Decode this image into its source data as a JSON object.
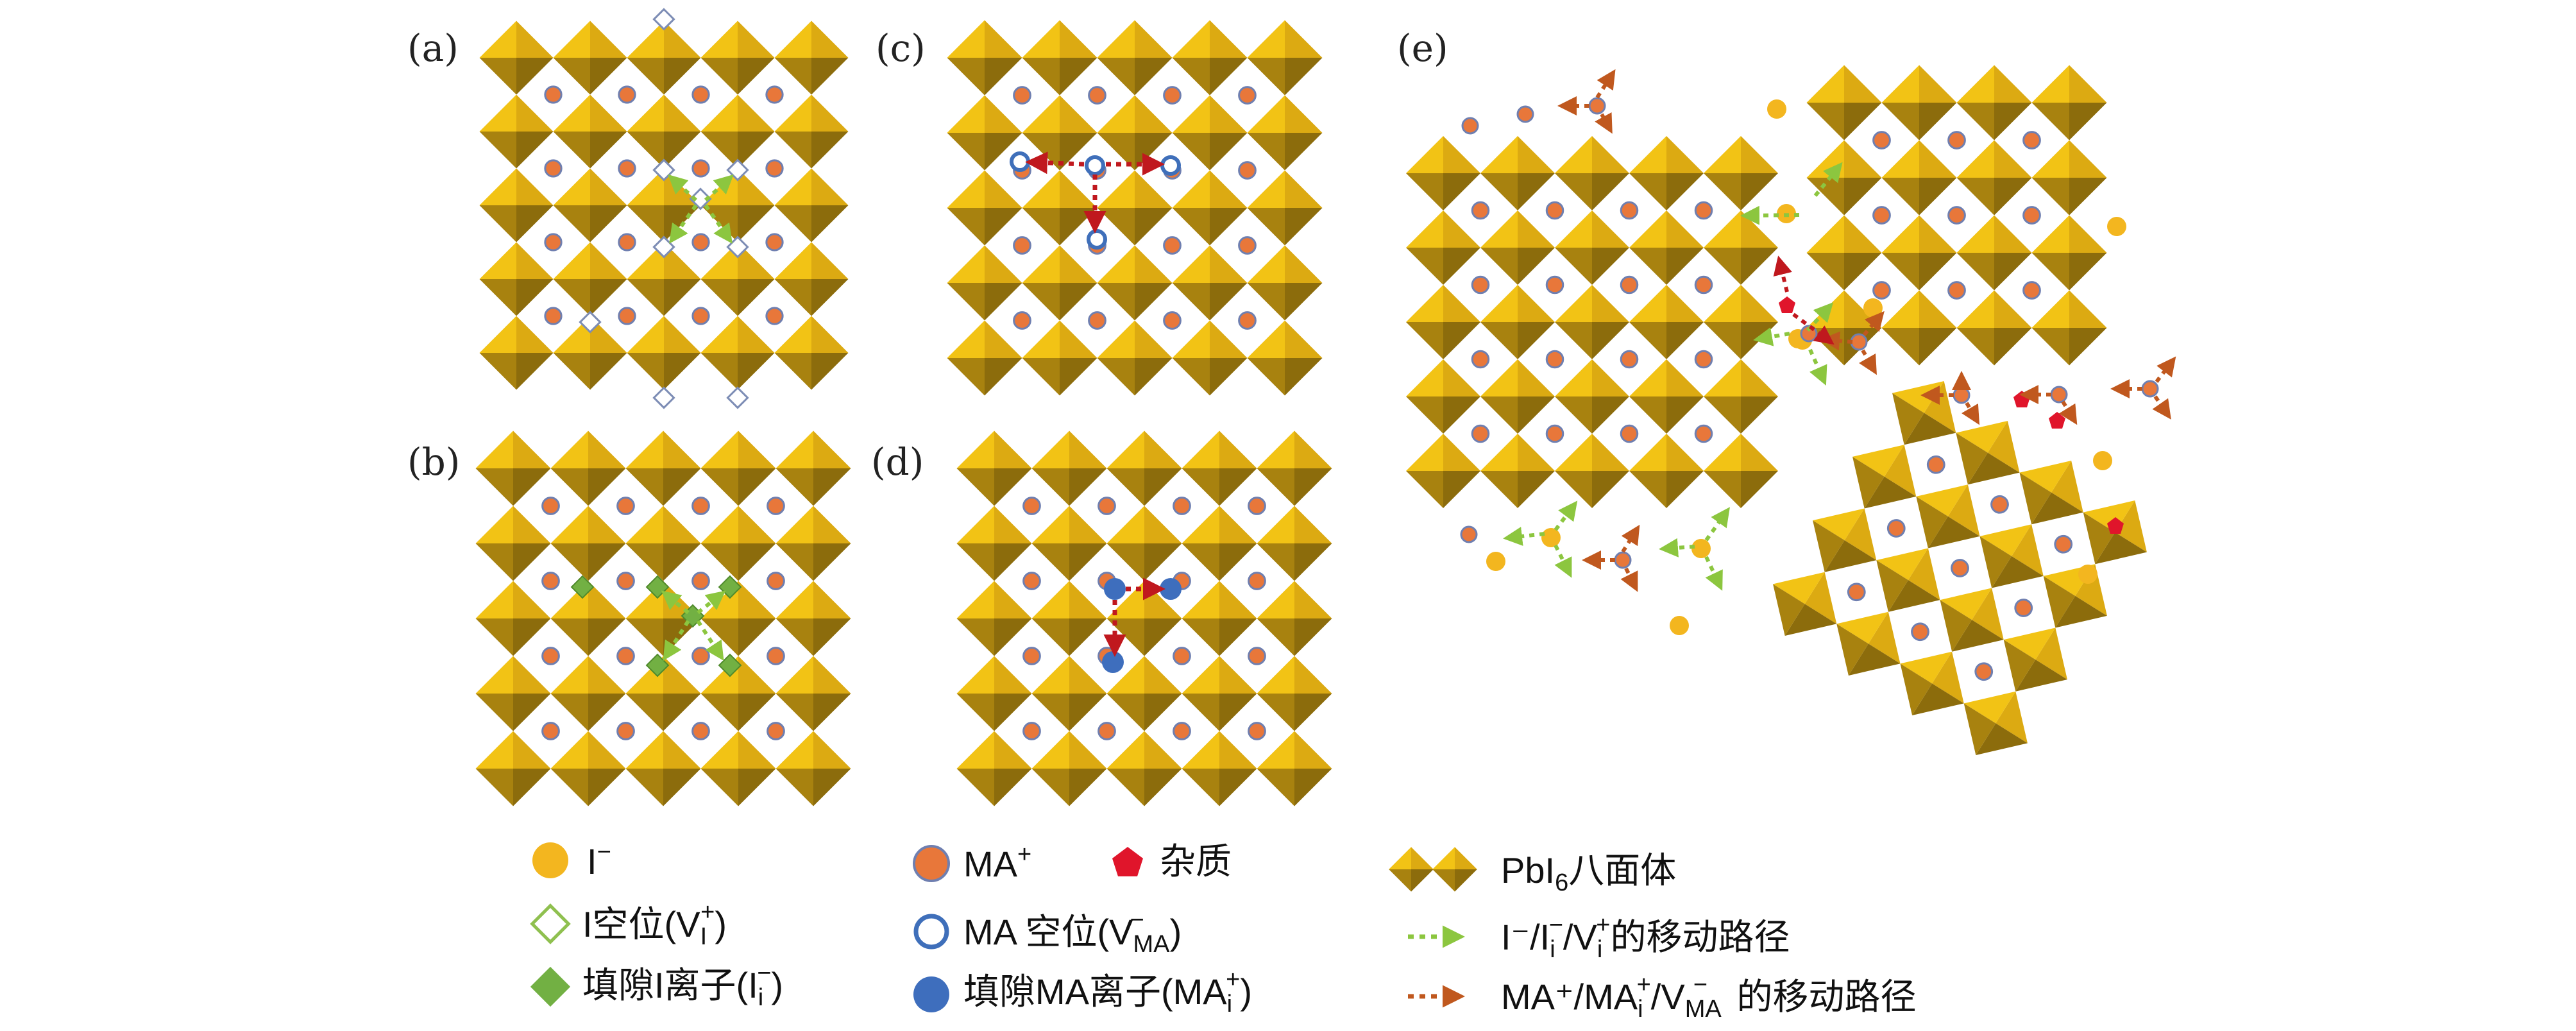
{
  "panels": [
    {
      "id": "a",
      "label": "(a)"
    },
    {
      "id": "b",
      "label": "(b)"
    },
    {
      "id": "c",
      "label": "(c)"
    },
    {
      "id": "d",
      "label": "(d)"
    },
    {
      "id": "e",
      "label": "(e)"
    }
  ],
  "legend": {
    "iodide": {
      "main": "I",
      "sup": "−"
    },
    "i_vacancy": {
      "pre": "I空位(V",
      "base_sub": "I",
      "sup": "+",
      "post": ")"
    },
    "i_interstitial": {
      "pre": "填隙I离子(I",
      "sub": "i",
      "sup": "−",
      "post": ")"
    },
    "ma": {
      "main": "MA",
      "sup": "+"
    },
    "impurity": {
      "text": "杂质"
    },
    "ma_vacancy": {
      "pre": "MA 空位(V",
      "sub": "MA",
      "sup": "−",
      "post": ")"
    },
    "ma_interstitial": {
      "pre": "填隙MA离子(MA",
      "sub": "i",
      "sup": "+",
      "post": ")"
    },
    "octahedron": {
      "pre": "PbI",
      "sub": "6",
      "post": "八面体"
    },
    "i_path": {
      "text": "I⁻/I",
      "sub1": "i",
      "sup1": "−",
      "mid": "/V",
      "sub2": "i",
      "sup2": "+",
      "post": "的移动路径"
    },
    "ma_path": {
      "text": "MA⁺/MA",
      "sub1": "i",
      "sup1": "+",
      "mid": "/V",
      "sub2": "MA",
      "sup2": "−",
      "post": " 的移动路径"
    }
  },
  "colors": {
    "oct_top": "#f2c315",
    "oct_right": "#dcaa12",
    "oct_bottom": "#8c6c0c",
    "oct_left": "#a8820f",
    "ma_fill": "#e8773a",
    "ma_stroke": "#6f7fb0",
    "iodide": "#f3b61f",
    "i_vacancy_stroke": "#8fc04f",
    "i_interstitial": "#72b043",
    "ma_vacancy_stroke": "#3f6fba",
    "ma_interstitial": "#3e6ebd",
    "impurity": "#e0152b",
    "i_path_arrow": "#8cc63f",
    "ma_path_arrow": "#c0581e",
    "ma_path_arrow_red": "#c0181e"
  }
}
